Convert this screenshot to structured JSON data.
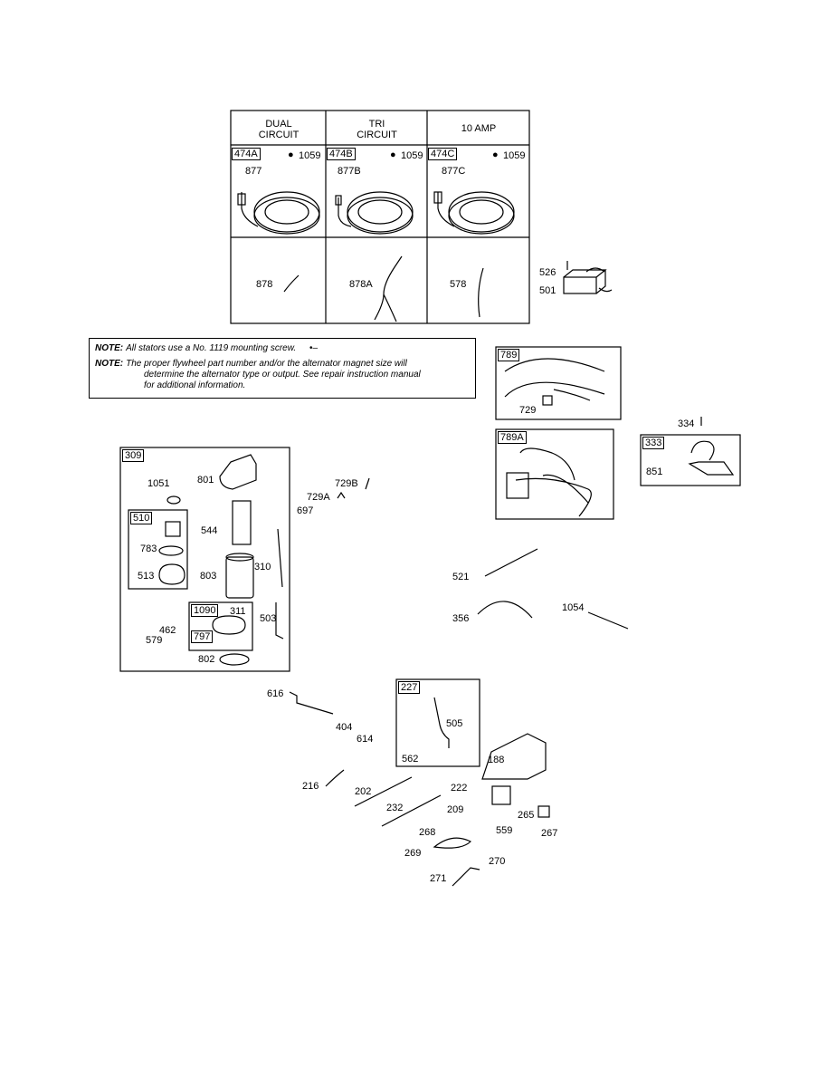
{
  "stator_table": {
    "headers": [
      "DUAL\nCIRCUIT",
      "TRI\nCIRCUIT",
      "10 AMP"
    ],
    "row1": [
      {
        "tag": "474A",
        "screw": "1059",
        "part": "877"
      },
      {
        "tag": "474B",
        "screw": "1059",
        "part": "877B"
      },
      {
        "tag": "474C",
        "screw": "1059",
        "part": "877C"
      }
    ],
    "row2": [
      "878",
      "878A",
      "578"
    ]
  },
  "note": {
    "label1": "NOTE:",
    "text1": "All stators use a No. 1119 mounting screw.",
    "label2": "NOTE:",
    "text2a": "The proper flywheel part number and/or the alternator magnet size will",
    "text2b": "determine the alternator type or output. See repair instruction manual",
    "text2c": "for additional information."
  },
  "boxes": {
    "b309": "309",
    "b510": "510",
    "b1090": "1090",
    "b789": "789",
    "b789a": "789A",
    "b333": "333",
    "b227": "227"
  },
  "labels": {
    "l526": "526",
    "l501": "501",
    "l729": "729",
    "l334": "334",
    "l851": "851",
    "l1051": "1051",
    "l801": "801",
    "l544": "544",
    "l783": "783",
    "l513": "513",
    "l803": "803",
    "l310": "310",
    "l311": "311",
    "l797": "797",
    "l503": "503",
    "l462": "462",
    "l579": "579",
    "l802": "802",
    "l729b": "729B",
    "l729a": "729A",
    "l697": "697",
    "l521": "521",
    "l356": "356",
    "l1054": "1054",
    "l616": "616",
    "l404": "404",
    "l614": "614",
    "l505": "505",
    "l562": "562",
    "l188": "188",
    "l216": "216",
    "l202": "202",
    "l222": "222",
    "l232": "232",
    "l209": "209",
    "l265": "265",
    "l268": "268",
    "l559": "559",
    "l267": "267",
    "l269": "269",
    "l270": "270",
    "l271": "271"
  }
}
